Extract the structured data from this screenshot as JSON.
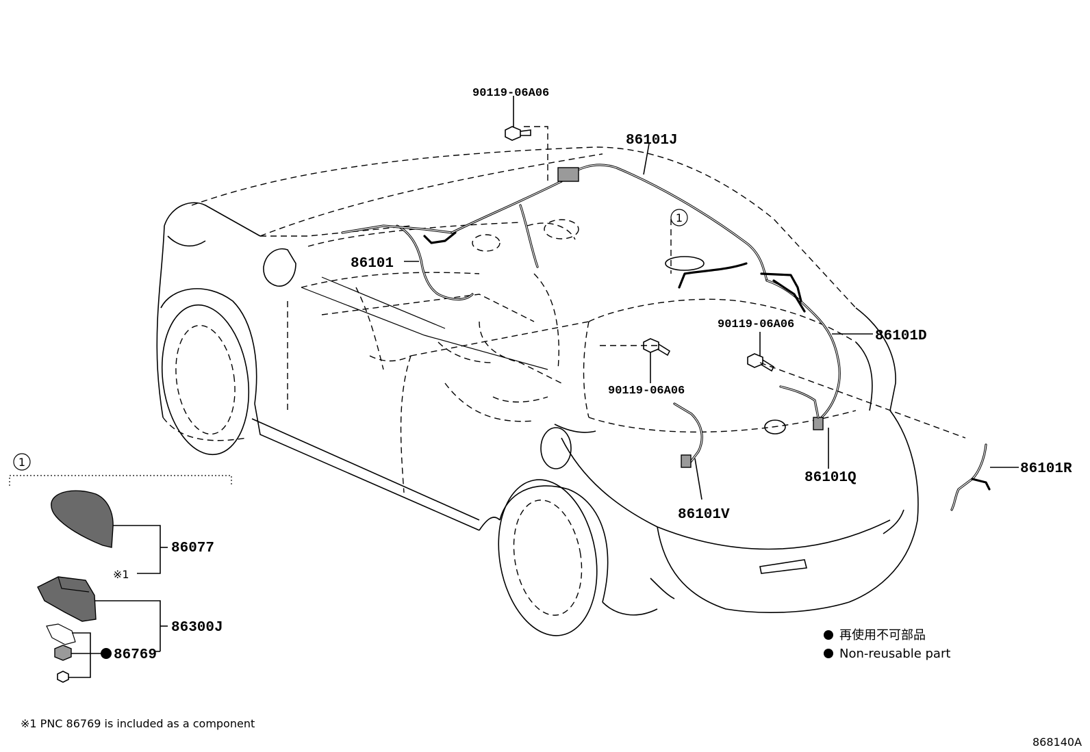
{
  "labels": {
    "bolt_top": "90119-06A06",
    "bolt_mid": "90119-06A06",
    "bolt_right": "90119-06A06",
    "harness_main": "86101",
    "harness_roof": "86101J",
    "harness_rear": "86101D",
    "harness_q": "86101Q",
    "harness_v": "86101V",
    "harness_r": "86101R",
    "cover": "86077",
    "antenna": "86300J",
    "gasket": "86769",
    "ref_mark": "※1",
    "callout_number": "1"
  },
  "legend": {
    "jp": "再使用不可部品",
    "en": "Non-reusable part"
  },
  "footnote": "※1 PNC 86769 is included as a component",
  "drawing_id": "868140A"
}
